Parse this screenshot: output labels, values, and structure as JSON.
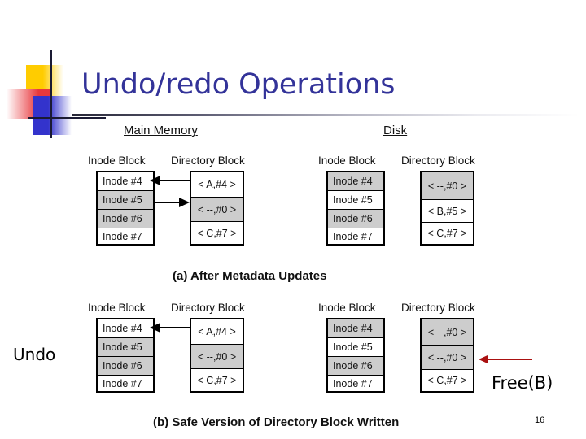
{
  "slide": {
    "title": "Undo/redo Operations",
    "number": "16",
    "undo_label": "Undo",
    "free_label": "Free(B)"
  },
  "figure": {
    "sections": [
      {
        "name": "main-memory",
        "label": "Main Memory"
      },
      {
        "name": "disk",
        "label": "Disk"
      }
    ],
    "column_headers": {
      "inode": "Inode Block",
      "directory": "Directory Block"
    },
    "panels": [
      {
        "id": "a",
        "caption": "(a) After Metadata Updates",
        "memory": {
          "inode_cells": [
            {
              "text": "Inode #4",
              "shaded": false
            },
            {
              "text": "Inode #5",
              "shaded": true
            },
            {
              "text": "Inode #6",
              "shaded": true
            },
            {
              "text": "Inode #7",
              "shaded": false
            }
          ],
          "directory_cells": [
            {
              "text": "< A,#4 >",
              "shaded": false
            },
            {
              "text": "< --,#0 >",
              "shaded": true
            },
            {
              "text": "< C,#7 >",
              "shaded": false
            }
          ],
          "arrows": [
            {
              "name": "arrow-dir-a-to-inode4",
              "direction": "left"
            },
            {
              "name": "arrow-inode5-to-dir-free",
              "direction": "right"
            }
          ]
        },
        "disk": {
          "inode_cells": [
            {
              "text": "Inode #4",
              "shaded": true
            },
            {
              "text": "Inode #5",
              "shaded": false
            },
            {
              "text": "Inode #6",
              "shaded": true
            },
            {
              "text": "Inode #7",
              "shaded": false
            }
          ],
          "directory_cells": [
            {
              "text": "< --,#0 >",
              "shaded": true
            },
            {
              "text": "< B,#5 >",
              "shaded": false
            },
            {
              "text": "< C,#7 >",
              "shaded": false
            }
          ]
        }
      },
      {
        "id": "b",
        "caption": "(b) Safe Version of Directory Block Written",
        "memory": {
          "inode_cells": [
            {
              "text": "Inode #4",
              "shaded": false
            },
            {
              "text": "Inode #5",
              "shaded": true
            },
            {
              "text": "Inode #6",
              "shaded": true
            },
            {
              "text": "Inode #7",
              "shaded": false
            }
          ],
          "directory_cells": [
            {
              "text": "< A,#4 >",
              "shaded": false
            },
            {
              "text": "< --,#0 >",
              "shaded": true
            },
            {
              "text": "< C,#7 >",
              "shaded": false
            }
          ],
          "arrows": [
            {
              "name": "arrow-dir-a-to-inode4",
              "direction": "left"
            }
          ]
        },
        "disk": {
          "inode_cells": [
            {
              "text": "Inode #4",
              "shaded": true
            },
            {
              "text": "Inode #5",
              "shaded": false
            },
            {
              "text": "Inode #6",
              "shaded": true
            },
            {
              "text": "Inode #7",
              "shaded": false
            }
          ],
          "directory_cells": [
            {
              "text": "< --,#0 >",
              "shaded": true
            },
            {
              "text": "< --,#0 >",
              "shaded": true
            },
            {
              "text": "< C,#7 >",
              "shaded": false
            }
          ],
          "arrows": [
            {
              "name": "arrow-free-b",
              "direction": "left",
              "color": "#aa1111"
            }
          ]
        }
      }
    ]
  },
  "colors": {
    "title": "#333399",
    "shaded_cell": "#cdcdcd",
    "free_arrow": "#aa1111",
    "deco_yellow": "#ffcc00",
    "deco_red": "#e8383d",
    "deco_blue": "#3333cc"
  }
}
